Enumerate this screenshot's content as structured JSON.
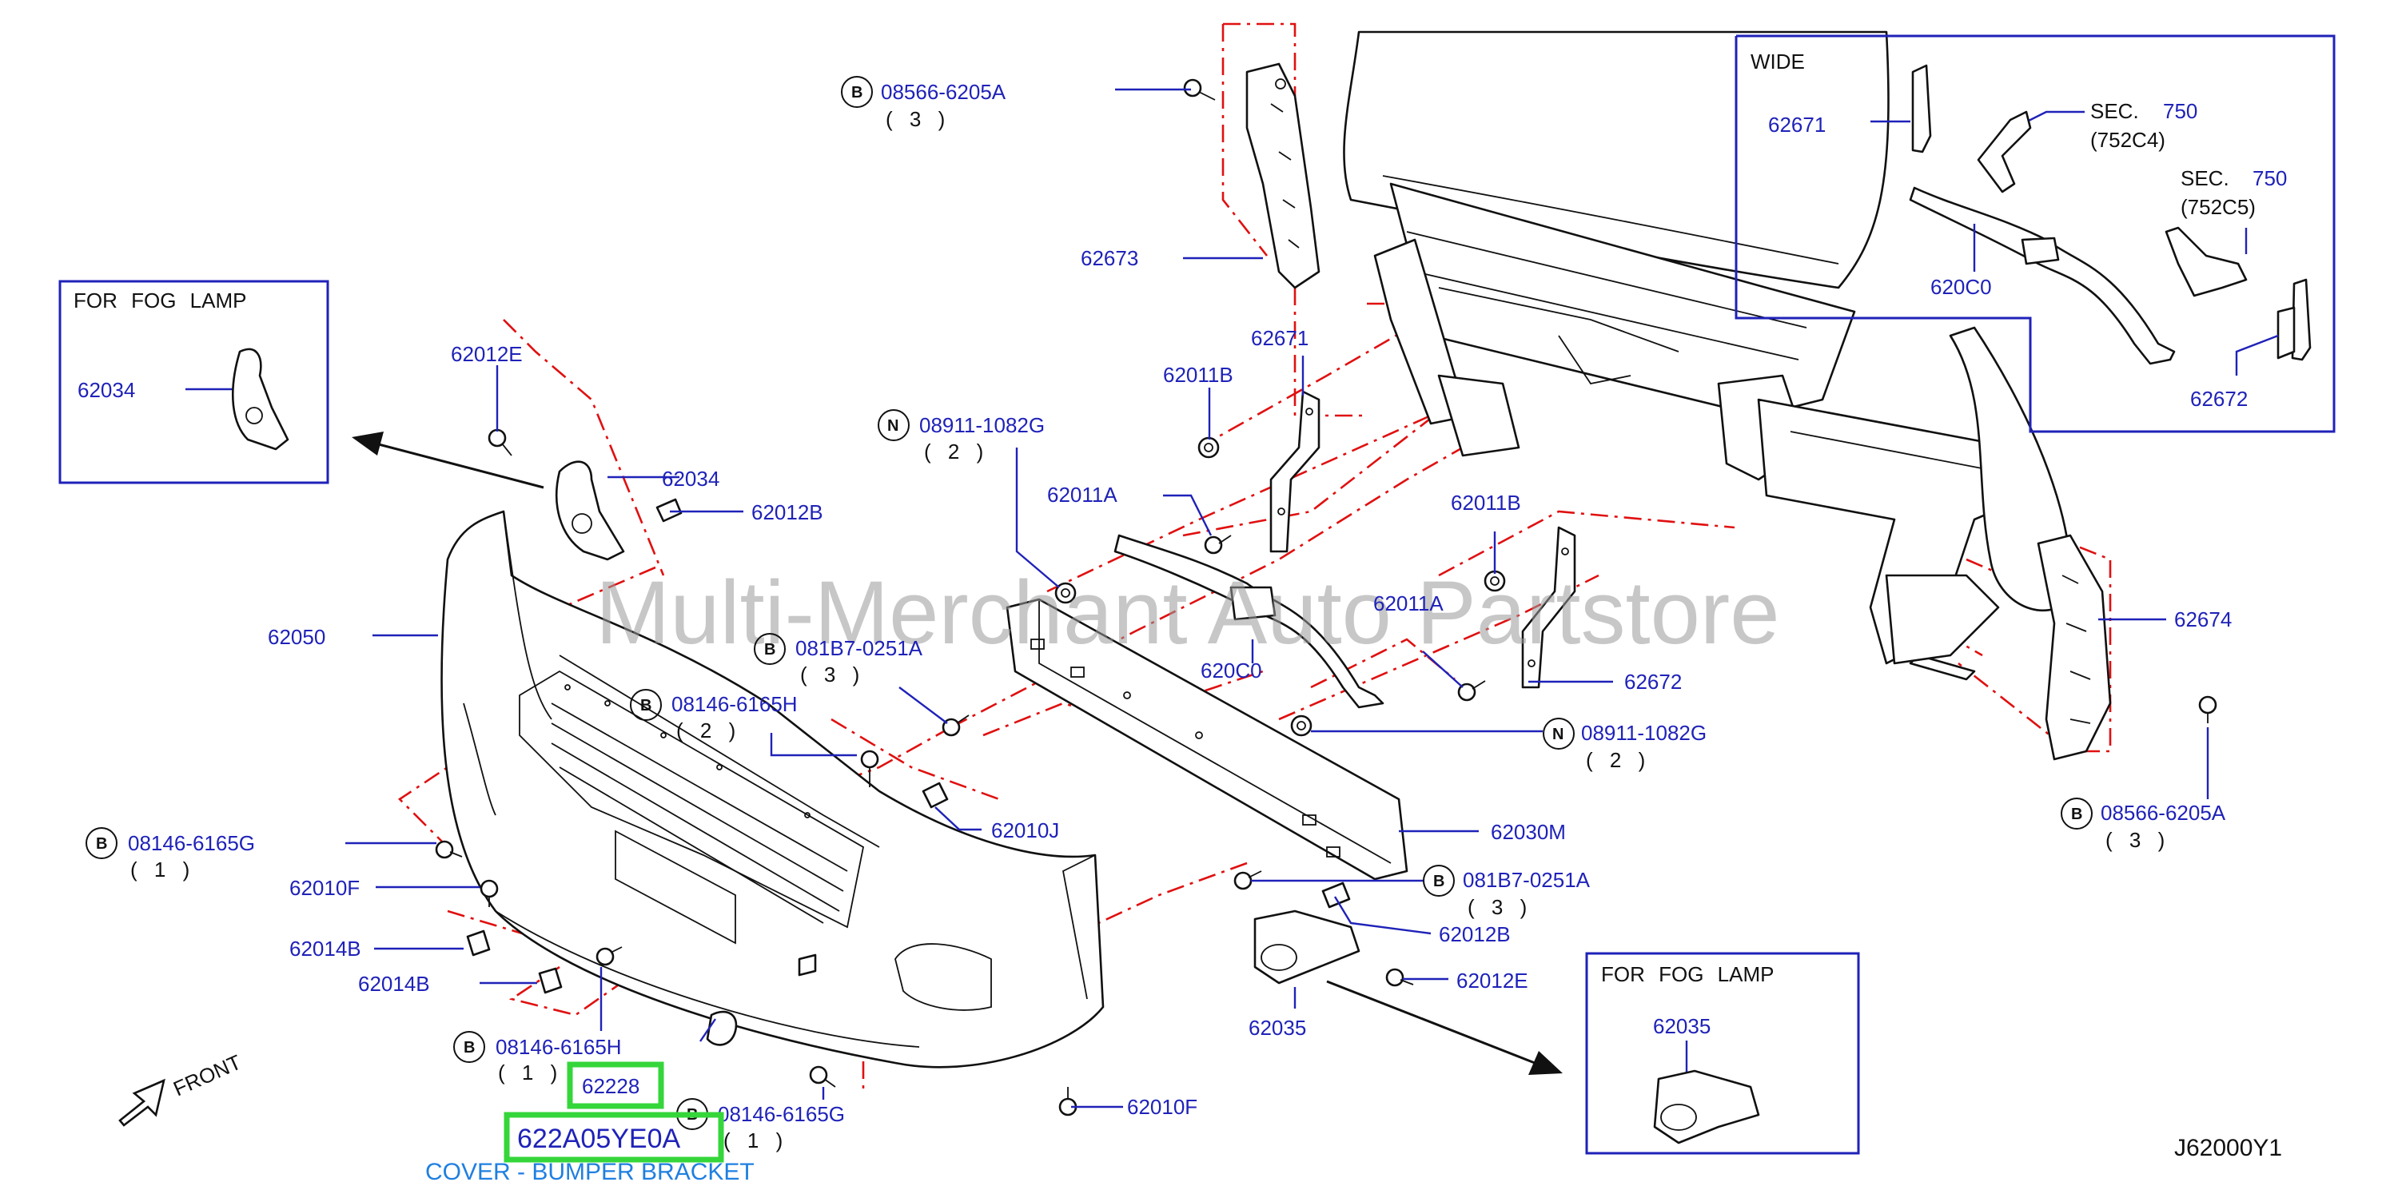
{
  "diagram_code": "J62000Y1",
  "watermark": "Multi-Merchant Auto Partstore",
  "front_label": "FRONT",
  "highlight": {
    "small_part": "62228",
    "part_number": "622A05YE0A",
    "qty": "( 1 )",
    "caption": "COVER - BUMPER BRACKET"
  },
  "callouts": {
    "c01": {
      "prefix": "B",
      "part": "08566-6205A",
      "qty": "( 3 )"
    },
    "c02": {
      "part": "62673"
    },
    "c03": {
      "part": "62671"
    },
    "c04": {
      "part": "62011B"
    },
    "c05": {
      "prefix": "N",
      "part": "08911-1082G",
      "qty": "( 2 )"
    },
    "c06": {
      "part": "62011A"
    },
    "c07": {
      "part": "62012E"
    },
    "c08": {
      "part": "62034"
    },
    "c09": {
      "part": "62012B"
    },
    "c10": {
      "part": "62050"
    },
    "c11": {
      "prefix": "B",
      "part": "081B7-0251A",
      "qty": "( 3 )"
    },
    "c12": {
      "part": "620C0"
    },
    "c13": {
      "part": "62011B"
    },
    "c14": {
      "part": "62011A"
    },
    "c15": {
      "part": "62672"
    },
    "c16": {
      "part": "62674"
    },
    "c17": {
      "prefix": "B",
      "part": "08146-6165H",
      "qty": "( 2 )"
    },
    "c18": {
      "prefix": "N",
      "part": "08911-1082G",
      "qty": "( 2 )"
    },
    "c19": {
      "prefix": "B",
      "part": "08566-6205A",
      "qty": "( 3 )"
    },
    "c20": {
      "part": "62010J"
    },
    "c21": {
      "part": "62030M"
    },
    "c22": {
      "prefix": "B",
      "part": "08146-6165G",
      "qty": "( 1 )"
    },
    "c23": {
      "part": "62010F"
    },
    "c24": {
      "prefix": "B",
      "part": "081B7-0251A",
      "qty": "( 3 )"
    },
    "c25": {
      "part": "62014B"
    },
    "c26": {
      "part": "62012B"
    },
    "c27": {
      "part": "62014B"
    },
    "c28": {
      "part": "62012E"
    },
    "c29": {
      "part": "62035"
    },
    "c30": {
      "prefix": "B",
      "part": "08146-6165H",
      "qty": "( 1 )"
    },
    "c31": {
      "prefix": "B",
      "part": "08146-6165G",
      "qty": "( 1 )"
    },
    "c32": {
      "part": "62010F"
    }
  },
  "inset_fog_left": {
    "title": "FOR FOG LAMP",
    "part": "62034"
  },
  "inset_fog_right": {
    "title": "FOR FOG LAMP",
    "part": "62035"
  },
  "inset_wide": {
    "title": "WIDE",
    "p1": "62671",
    "sec1_label": "SEC.",
    "sec1_num": "750",
    "sec1_ref": "(752C4)",
    "sec2_label": "SEC.",
    "sec2_num": "750",
    "sec2_ref": "(752C5)",
    "p2": "620C0",
    "p3": "62672"
  }
}
